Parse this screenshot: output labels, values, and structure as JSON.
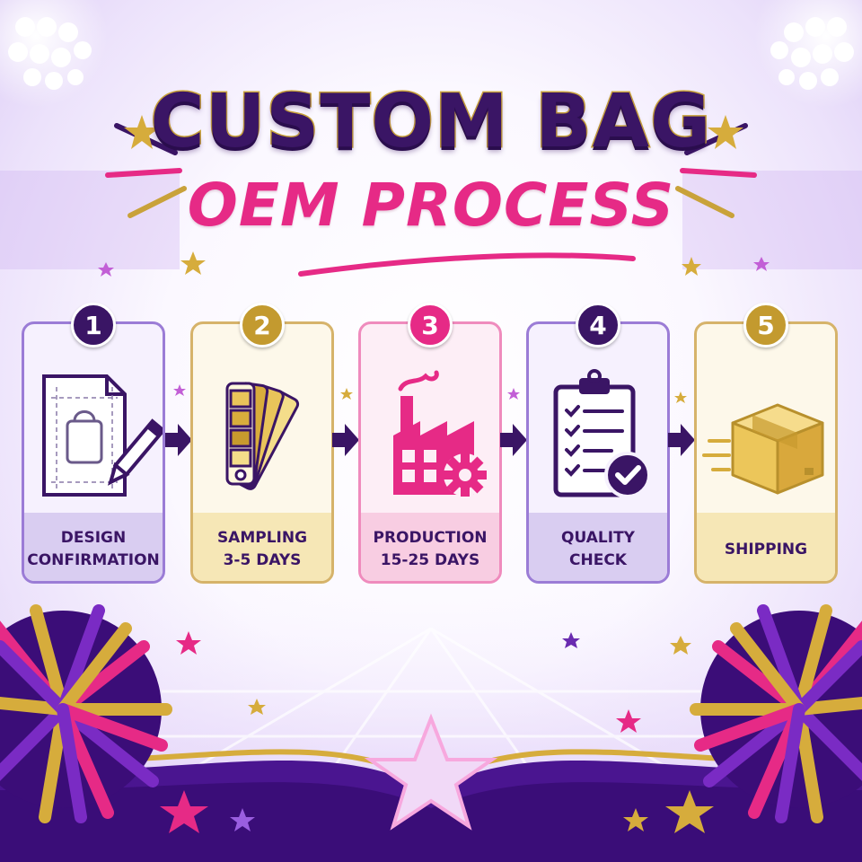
{
  "title": {
    "main": "CUSTOM BAG",
    "sub": "OEM PROCESS"
  },
  "colors": {
    "purple": "#3a1565",
    "gold": "#c9a23a",
    "pink": "#e62a86"
  },
  "steps": [
    {
      "number": "1",
      "line1": "DESIGN",
      "line2": "CONFIRMATION",
      "icon": "design-document-pencil-icon"
    },
    {
      "number": "2",
      "line1": "SAMPLING",
      "line2": "3-5 DAYS",
      "icon": "color-swatch-fan-icon"
    },
    {
      "number": "3",
      "line1": "PRODUCTION",
      "line2": "15-25 DAYS",
      "icon": "factory-gear-icon"
    },
    {
      "number": "4",
      "line1": "QUALITY",
      "line2": "CHECK",
      "icon": "clipboard-checklist-icon"
    },
    {
      "number": "5",
      "line1": "SHIPPING",
      "line2": "",
      "icon": "shipping-box-icon"
    }
  ]
}
